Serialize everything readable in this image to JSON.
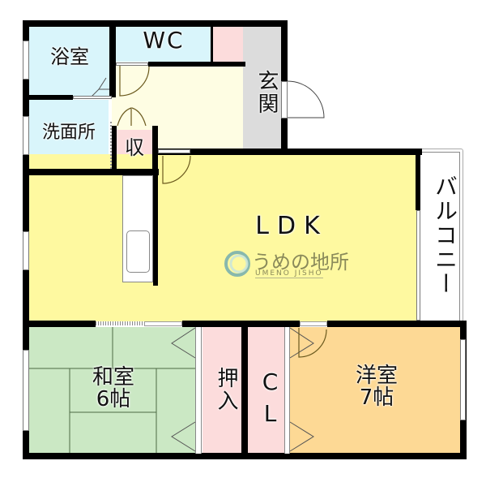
{
  "floorplan": {
    "colors": {
      "wall": "#000000",
      "wet_area": "#d9f5fb",
      "storage": "#fcdcdc",
      "entrance": "#dcdcdc",
      "hallway": "#fefde3",
      "ldk": "#fef9a0",
      "washitsu": "#cbe8c4",
      "yoshitsu": "#fdd995",
      "balcony": "#ffffff",
      "logo_text": "#8a8a5a",
      "logo_ring": "#6aa8b0"
    },
    "rooms": {
      "bath": {
        "label": "浴室"
      },
      "wc": {
        "label": "WC"
      },
      "entrance": {
        "label": "玄関"
      },
      "washroom": {
        "label": "洗面所"
      },
      "storage": {
        "label": "収"
      },
      "ldk": {
        "label": "LDK"
      },
      "balcony": {
        "label": "バルコニー"
      },
      "washitsu": {
        "label_line1": "和室",
        "label_line2": "6帖"
      },
      "oshiire": {
        "label": "押入"
      },
      "closet": {
        "label": "CL"
      },
      "yoshitsu": {
        "label_line1": "洋室",
        "label_line2": "7帖"
      }
    },
    "watermark": {
      "name": "うめの地所",
      "romaji": "UMENO JISHO"
    }
  }
}
